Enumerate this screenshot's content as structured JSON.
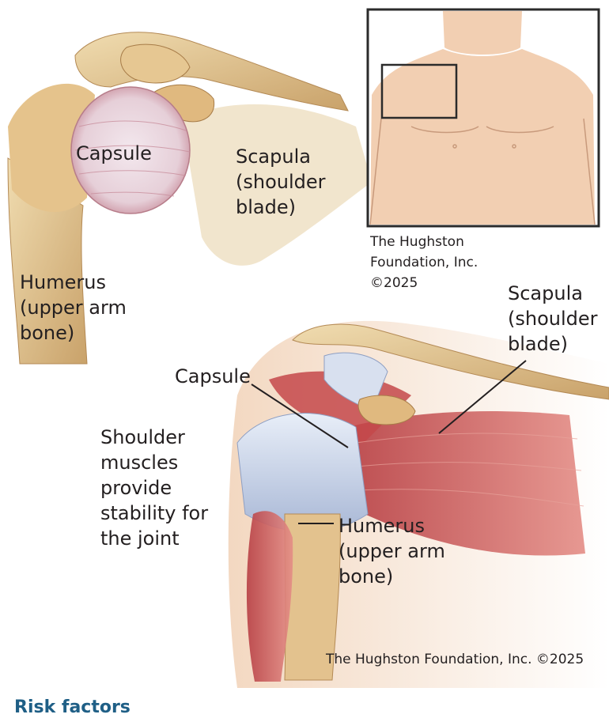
{
  "diagram_top": {
    "labels": {
      "capsule": "Capsule",
      "scapula": [
        "Scapula",
        "(shoulder",
        "blade)"
      ],
      "humerus": [
        "Humerus",
        "(upper arm",
        "bone)"
      ]
    }
  },
  "inset": {
    "credit": [
      "The Hughston",
      "Foundation, Inc.",
      "©2025"
    ]
  },
  "diagram_bottom": {
    "labels": {
      "capsule": "Capsule",
      "scapula": [
        "Scapula",
        "(shoulder",
        "blade)"
      ],
      "muscles": [
        "Shoulder",
        "muscles",
        "provide",
        "stability for",
        "the joint"
      ],
      "humerus": [
        "Humerus",
        "(upper arm",
        "bone)"
      ]
    },
    "credit": "The Hughston Foundation, Inc. ©2025"
  },
  "section": {
    "heading": "Risk factors"
  },
  "colors": {
    "bone": "#e2c48f",
    "muscle": "#c94f4f",
    "ligament": "#cfd8ea",
    "skin": "#f2cfb2",
    "heading": "#1f5f86"
  }
}
